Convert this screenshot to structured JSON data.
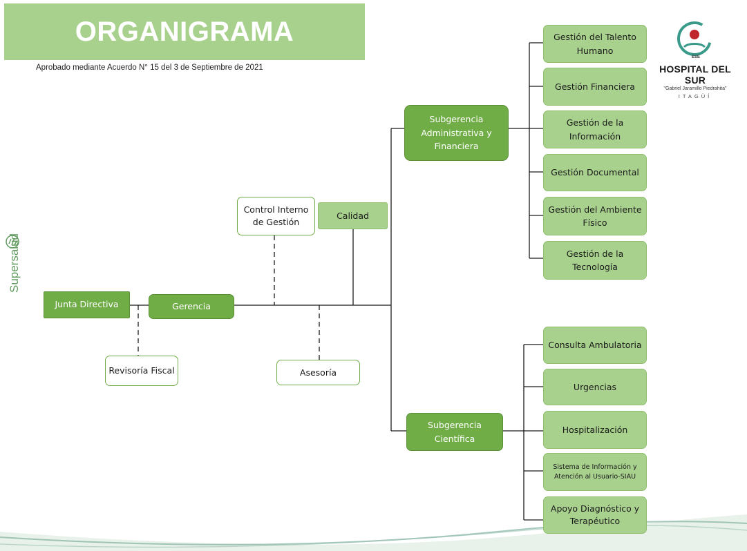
{
  "header": {
    "title": "ORGANIGRAMA",
    "subtitle": "Aprobado mediante Acuerdo N° 15 del 3 de Septiembre de 2021"
  },
  "logo": {
    "ese": "ESE",
    "name": "HOSPITAL DEL SUR",
    "quote": "\"Gabriel Jaramillo Piedrahita\"",
    "city": "ITAGÜÍ"
  },
  "side_logo": {
    "text": "Supersalud"
  },
  "nodes": {
    "junta": "Junta Directiva",
    "gerencia": "Gerencia",
    "revisoria": "Revisoría Fiscal",
    "control": "Control Interno de Gestión",
    "calidad": "Calidad",
    "asesoria": "Asesoría",
    "sub_admin": "Subgerencia Administrativa y Financiera",
    "sub_cient": "Subgerencia Científica",
    "talento": "Gestión del Talento Humano",
    "financiera": "Gestión Financiera",
    "informacion": "Gestión de la Información",
    "documental": "Gestión Documental",
    "ambiente": "Gestión del Ambiente Físico",
    "tecnologia": "Gestión de la Tecnología",
    "consulta": "Consulta Ambulatoria",
    "urgencias": "Urgencias",
    "hospitalizacion": "Hospitalización",
    "siau": "Sistema de Información y Atención al Usuario-SIAU",
    "apoyo": "Apoyo Diagnóstico y Terapéutico"
  },
  "colors": {
    "dark_green": "#70ad47",
    "light_green": "#a9d18e",
    "line": "#1a1a1a"
  }
}
